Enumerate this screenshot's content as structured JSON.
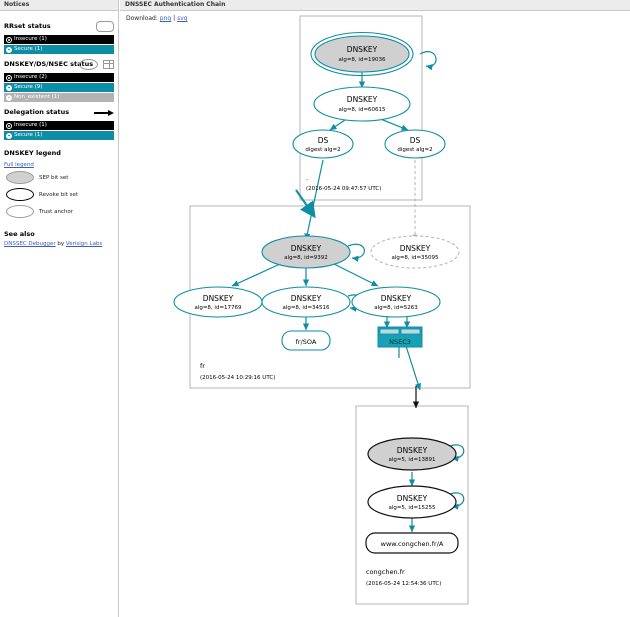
{
  "sidebar": {
    "panel_title": "Notices",
    "sections": [
      {
        "title": "RRset status",
        "icons": [
          "rrset-rounded-rect-icon"
        ],
        "rows": [
          {
            "label": "Insecure (1)",
            "style": "insecure",
            "dot": "open"
          },
          {
            "label": "Secure (1)",
            "style": "secure",
            "dot": "filled"
          }
        ]
      },
      {
        "title": "DNSKEY/DS/NSEC status",
        "icons": [
          "ellipse-icon",
          "table-icon"
        ],
        "rows": [
          {
            "label": "Insecure (2)",
            "style": "insecure",
            "dot": "open"
          },
          {
            "label": "Secure (9)",
            "style": "secure",
            "dot": "filled"
          },
          {
            "label": "Non_existent (1)",
            "style": "nonexistent",
            "dot": "gray"
          }
        ]
      },
      {
        "title": "Delegation status",
        "icons": [
          "arrow-icon"
        ],
        "rows": [
          {
            "label": "Insecure (1)",
            "style": "insecure",
            "dot": "open"
          },
          {
            "label": "Secure (1)",
            "style": "secure",
            "dot": "filled"
          }
        ]
      }
    ],
    "dnskey_legend": {
      "title": "DNSKEY legend",
      "full_legend_link": "Full legend",
      "items": [
        {
          "label": "SEP bit set",
          "shape": "sep"
        },
        {
          "label": "Revoke bit set",
          "shape": "revoke"
        },
        {
          "label": "Trust anchor",
          "shape": "anchor"
        }
      ]
    },
    "see_also": {
      "title": "See also",
      "link_text": "DNSSEC Debugger",
      "by_text": " by ",
      "vendor_text": "Verisign Labs"
    }
  },
  "content": {
    "panel_title": "DNSSEC Authentication Chain",
    "download_label": "Download:",
    "download_png": "png",
    "download_sep": "|",
    "download_svg": "svg"
  },
  "colors": {
    "secure": "#0d8ea4",
    "insecure": "#000000",
    "nonexistent": "#b3b3b3",
    "link": "#3b5fc0"
  },
  "graph": {
    "zones": [
      {
        "name": "root-zone",
        "label": ".",
        "timestamp": "(2016-05-24 09:47:57 UTC)",
        "nodes": [
          {
            "id": "root-ksk",
            "type": "dnskey",
            "title": "DNSKEY",
            "sub": "alg=8, id=19036",
            "status": "secure",
            "sep": true,
            "trust_anchor": true
          },
          {
            "id": "root-zsk",
            "type": "dnskey",
            "title": "DNSKEY",
            "sub": "alg=8, id=60615",
            "status": "secure",
            "sep": false,
            "trust_anchor": false
          },
          {
            "id": "root-ds-fr",
            "type": "ds",
            "title": "DS",
            "sub": "digest alg=2",
            "status": "secure"
          },
          {
            "id": "root-ds-fr2",
            "type": "ds",
            "title": "DS",
            "sub": "digest alg=2",
            "status": "secure"
          }
        ]
      },
      {
        "name": "fr-zone",
        "label": "fr",
        "timestamp": "(2016-05-24 10:29:16 UTC)",
        "nodes": [
          {
            "id": "fr-ksk",
            "type": "dnskey",
            "title": "DNSKEY",
            "sub": "alg=8, id=9392",
            "status": "secure",
            "sep": true,
            "trust_anchor": false
          },
          {
            "id": "fr-nonexistent",
            "type": "dnskey",
            "title": "DNSKEY",
            "sub": "alg=8, id=35095",
            "status": "non_existent",
            "sep": false,
            "trust_anchor": false
          },
          {
            "id": "fr-zsk1",
            "type": "dnskey",
            "title": "DNSKEY",
            "sub": "alg=8, id=17769",
            "status": "secure",
            "sep": false,
            "trust_anchor": false
          },
          {
            "id": "fr-zsk2",
            "type": "dnskey",
            "title": "DNSKEY",
            "sub": "alg=8, id=34516",
            "status": "secure",
            "sep": false,
            "trust_anchor": false
          },
          {
            "id": "fr-zsk3",
            "type": "dnskey",
            "title": "DNSKEY",
            "sub": "alg=8, id=5263",
            "status": "secure",
            "sep": false,
            "trust_anchor": false
          },
          {
            "id": "fr-soa",
            "type": "rrset",
            "title": "fr/SOA",
            "status": "secure"
          },
          {
            "id": "fr-nsec3",
            "type": "nsec3",
            "title": "NSEC3",
            "status": "secure"
          }
        ]
      },
      {
        "name": "congchen-zone",
        "label": "congchen.fr",
        "timestamp": "(2016-05-24 12:54:36 UTC)",
        "nodes": [
          {
            "id": "cc-ksk",
            "type": "dnskey",
            "title": "DNSKEY",
            "sub": "alg=5, id=13891",
            "status": "insecure",
            "sep": true,
            "trust_anchor": false
          },
          {
            "id": "cc-zsk",
            "type": "dnskey",
            "title": "DNSKEY",
            "sub": "alg=5, id=15255",
            "status": "insecure",
            "sep": false,
            "trust_anchor": false
          },
          {
            "id": "cc-a",
            "type": "rrset",
            "title": "www.congchen.fr/A",
            "status": "insecure"
          }
        ]
      }
    ]
  }
}
